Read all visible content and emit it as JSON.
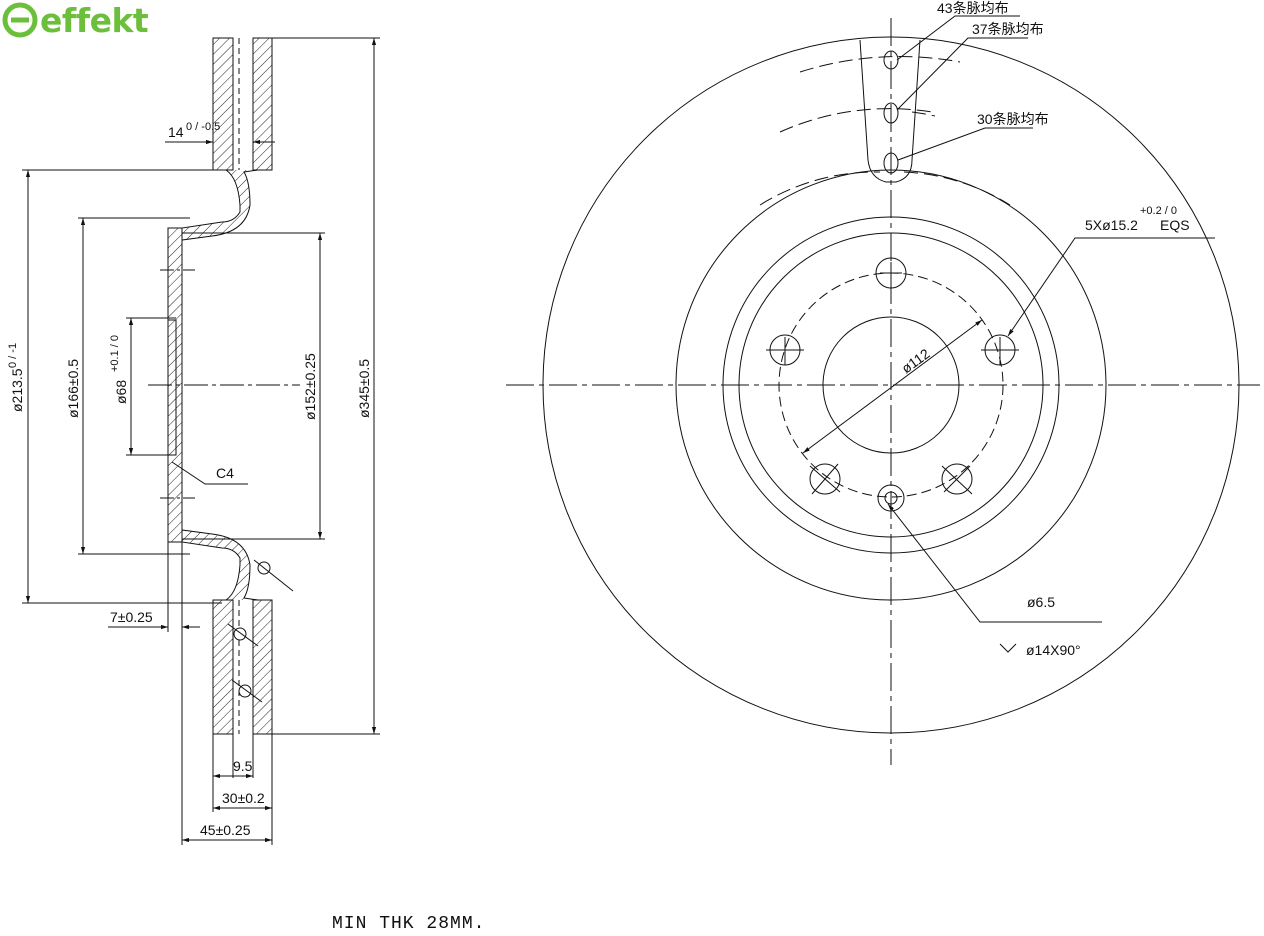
{
  "brand": {
    "name": "effekt",
    "accent": "#6cbf3a"
  },
  "side_view": {
    "dims": {
      "d_outer": "ø345±0.5",
      "d_hat": "ø213.5",
      "d_hat_tol": "0 / -1",
      "d_pcd_outer": "ø166±0.5",
      "d_hub": "ø68",
      "d_hub_tol": "+0.1 / 0",
      "d_inner": "ø152±0.25",
      "chamfer": "C4",
      "hat_thk": "14",
      "hat_thk_tol": "0 / -0.5",
      "offset": "7±0.25",
      "vane": "9.5",
      "thk": "30±0.2",
      "height": "45±0.25"
    }
  },
  "front_view": {
    "labels": {
      "holes_43": "43条脉均布",
      "holes_37": "37条脉均布",
      "holes_30": "30条脉均布",
      "bolt_holes": "5Xø15.2",
      "bolt_tol": "+0.2 / 0",
      "bolt_eqs": "EQS",
      "pcd": "ø112",
      "small_hole": "ø6.5",
      "countersink": "ø14X90°"
    }
  },
  "note": "MIN THK 28MM."
}
